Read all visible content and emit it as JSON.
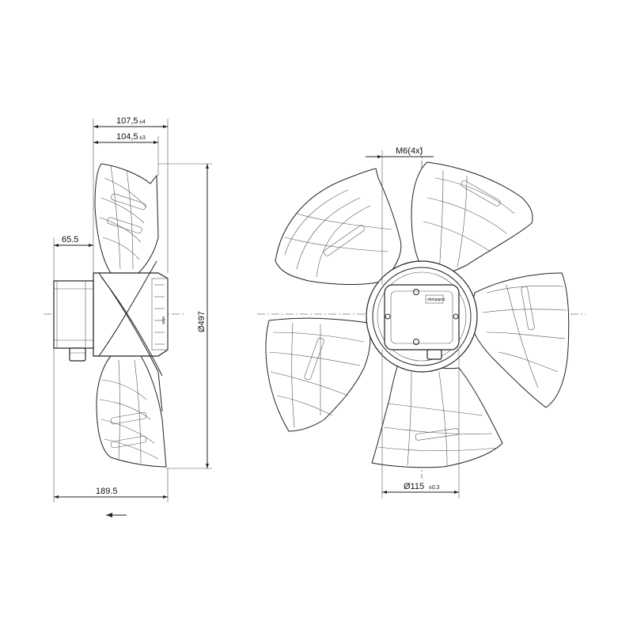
{
  "dimensions": {
    "depth_total": "107,5",
    "depth_total_tol": "±4",
    "depth_inner": "104,5",
    "depth_inner_tol": "±3",
    "motor_depth": "65.5",
    "overall_length": "189.5",
    "fan_diameter": "Ø497",
    "thread": "M6(4x)",
    "bolt_circle": "Ø115",
    "bolt_circle_tol": "±0,3"
  },
  "labels": {
    "brand_mark": "ebmpapst"
  },
  "colors": {
    "line": "#222222",
    "background": "#ffffff"
  }
}
